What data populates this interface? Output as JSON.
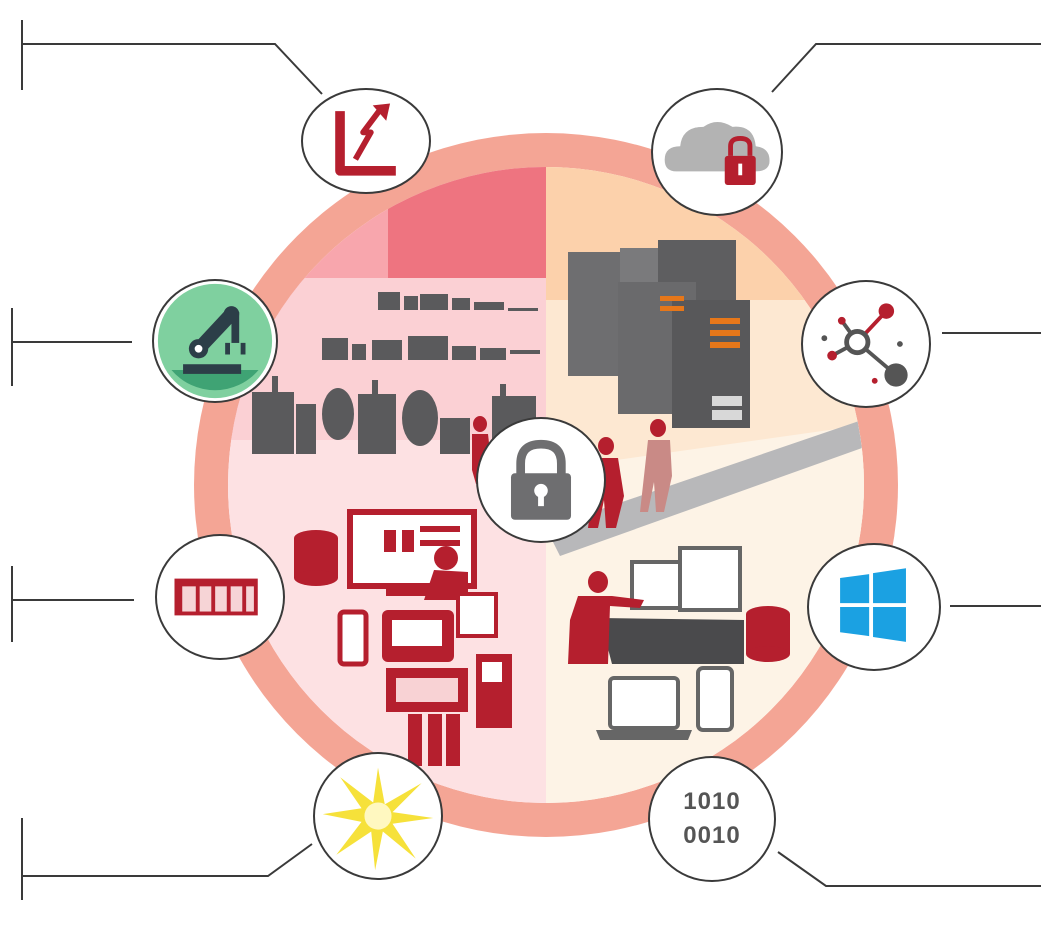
{
  "colors": {
    "ring": "#f4a595",
    "quadrant_top_left": "#f8a6ad",
    "quadrant_top_right": "#fde8d2",
    "quadrant_bottom_left": "#fde1e3",
    "quadrant_bottom_right": "#fdf3e6",
    "accent_red": "#b51f2e",
    "machine_gray": "#5a5a5c",
    "connector_line": "#3a3a3a",
    "windows_blue": "#1ba1e2",
    "robot_badge": "#7fd09f"
  },
  "nodes": [
    {
      "name": "network-node",
      "icon": "lightning-arrow-icon"
    },
    {
      "name": "robot-node",
      "icon": "robot-arm-icon"
    },
    {
      "name": "controller-node",
      "icon": "plc-controller-icon"
    },
    {
      "name": "spark-node",
      "icon": "spark-burst-icon"
    },
    {
      "name": "cloud-node",
      "icon": "cloud-lock-icon"
    },
    {
      "name": "hub-node",
      "icon": "network-hub-icon"
    },
    {
      "name": "windows-node",
      "icon": "windows-logo-icon"
    },
    {
      "name": "binary-node",
      "icon": "binary-code-icon"
    },
    {
      "name": "center-node",
      "icon": "padlock-icon"
    }
  ],
  "binary_node": {
    "line1": "1010",
    "line2": "0010"
  }
}
